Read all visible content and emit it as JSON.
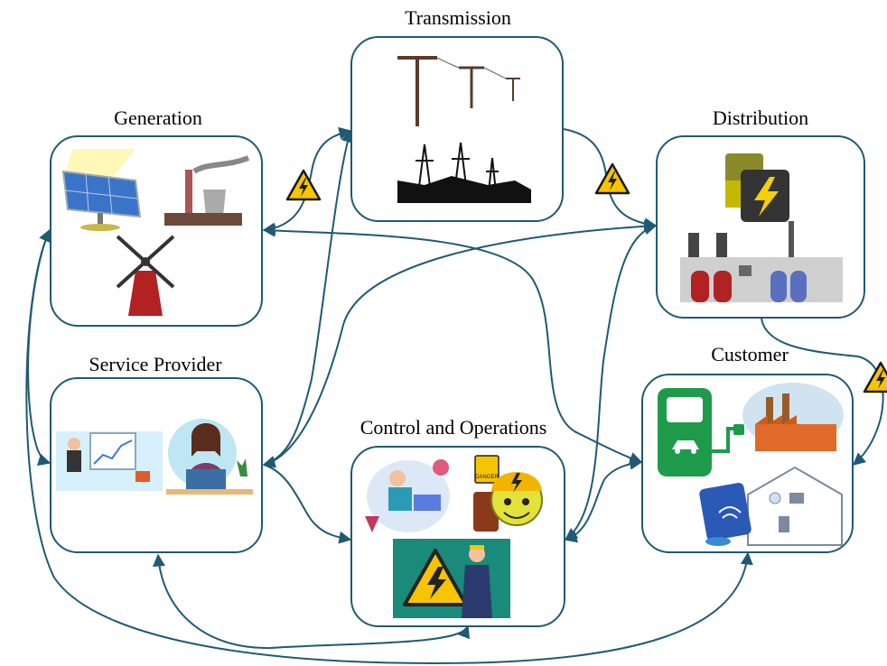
{
  "nodes": {
    "generation": {
      "title": "Generation"
    },
    "transmission": {
      "title": "Transmission"
    },
    "distribution": {
      "title": "Distribution"
    },
    "service_provider": {
      "title": "Service Provider"
    },
    "control_operations": {
      "title": "Control and Operations"
    },
    "customer": {
      "title": "Customer"
    }
  },
  "colors": {
    "box_border": "#1f5a73",
    "connector": "#1f5a73",
    "warning_fill": "#f6c400",
    "warning_stroke": "#1a1a1a"
  },
  "icons": [
    "warning-sign-icon",
    "solar-panel-icon",
    "power-plant-icon",
    "windmill-icon",
    "power-line-icon",
    "battery-icon",
    "factory-icon",
    "ev-charger-icon",
    "smart-home-icon",
    "presenter-icon",
    "operator-icon",
    "worker-icon"
  ],
  "labels": {
    "danger_sign_text": "DANGER"
  }
}
